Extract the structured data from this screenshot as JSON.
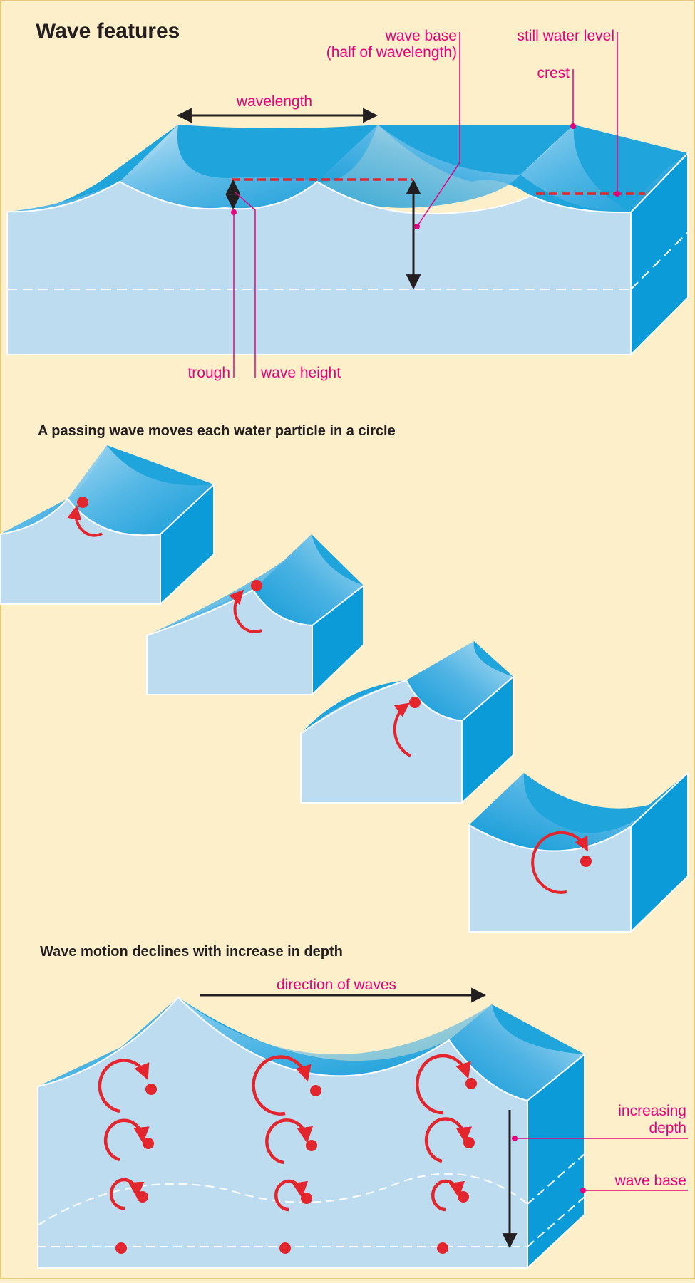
{
  "section1": {
    "title": "Wave features",
    "labels": {
      "wave_base_line1": "wave base",
      "wave_base_line2": "(half of wavelength)",
      "still_water_level": "still water level",
      "crest": "crest",
      "wavelength": "wavelength",
      "trough": "trough",
      "wave_height": "wave height"
    }
  },
  "section2": {
    "title": "A passing wave moves each water particle in a circle",
    "stages": 4
  },
  "section3": {
    "title": "Wave motion declines with increase in depth",
    "labels": {
      "direction": "direction of waves",
      "increasing_line1": "increasing",
      "increasing_line2": "depth",
      "wave_base": "wave base"
    }
  },
  "colors": {
    "background": "#fcefc9",
    "water_front": "#bddcf0",
    "water_side": "#0a9bd8",
    "water_surface": "#1fa4dc",
    "label": "#e6007e",
    "particle": "#e3262d",
    "arrow": "#231f20"
  }
}
